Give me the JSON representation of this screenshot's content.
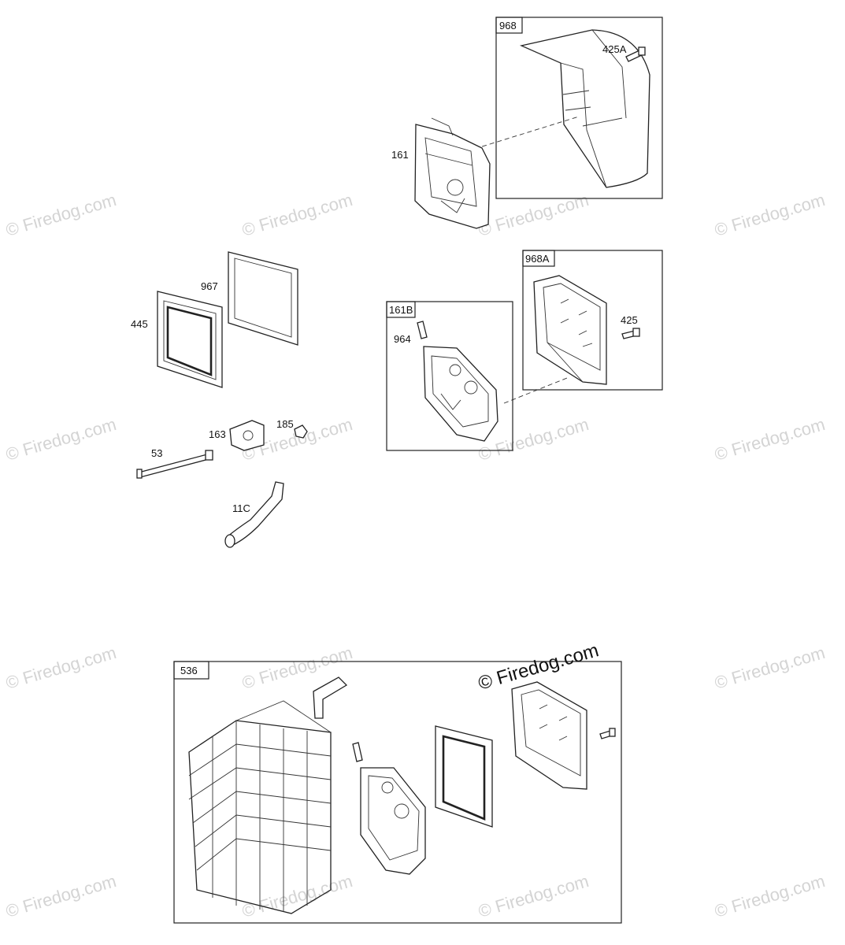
{
  "watermark_text": "© Firedog.com",
  "logo_text": "© Firedog.com",
  "part_labels": {
    "p425A": "425A",
    "p161": "161",
    "p967": "967",
    "p445": "445",
    "p425": "425",
    "p964": "964",
    "p163": "163",
    "p185": "185",
    "p53": "53",
    "p11C": "11C"
  },
  "box_labels": {
    "b968": "968",
    "b968A": "968A",
    "b161B": "161B",
    "b536": "536"
  }
}
